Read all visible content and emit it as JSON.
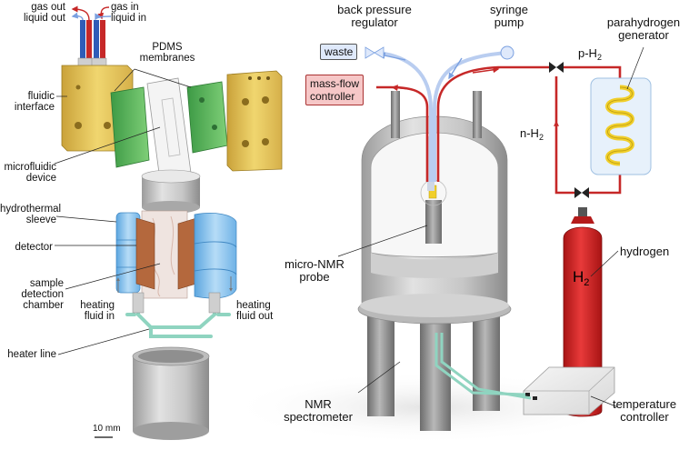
{
  "labels": {
    "gas_out": "gas out",
    "liquid_out": "liquid out",
    "gas_in": "gas in",
    "liquid_in": "liquid in",
    "pdms_1": "PDMS",
    "pdms_2": "membranes",
    "fluidic_1": "fluidic",
    "fluidic_2": "interface",
    "microfluidic_1": "microfluidic",
    "microfluidic_2": "device",
    "hydrothermal_1": "hydrothermal",
    "hydrothermal_2": "sleeve",
    "detector": "detector",
    "sample_1": "sample",
    "sample_2": "detection",
    "sample_3": "chamber",
    "heating_in_1": "heating",
    "heating_in_2": "fluid in",
    "heating_out_1": "heating",
    "heating_out_2": "fluid out",
    "heater_line": "heater line",
    "scale": "10 mm",
    "back_pressure_1": "back pressure",
    "back_pressure_2": "regulator",
    "syringe_1": "syringe",
    "syringe_2": "pump",
    "waste": "waste",
    "mfc_1": "mass-flow",
    "mfc_2": "controller",
    "p_h2": "p-H",
    "p_h2_sub": "2",
    "n_h2": "n-H",
    "n_h2_sub": "2",
    "parahydrogen_1": "parahydrogen",
    "parahydrogen_2": "generator",
    "hydrogen": "hydrogen",
    "h2": "H",
    "h2_sub": "2",
    "micro_nmr_1": "micro-NMR",
    "micro_nmr_2": "probe",
    "nmr_1": "NMR",
    "nmr_2": "spectrometer",
    "temp_1": "temperature",
    "temp_2": "controller"
  },
  "colors": {
    "gas_line": "#c62828",
    "liquid_line": "#7aa0e0",
    "heater_line": "#8fd4c0",
    "pdms_green": "#58b45a",
    "fluidic_yellow": "#e8c651",
    "sleeve_blue": "#8ec5ef",
    "detector_copper": "#b4683d",
    "cylinder_red": "#d11f1f",
    "mfc_fill": "#f6c7c7",
    "waste_fill": "#dfe9fb",
    "generator_fill": "#e7f1fb",
    "coil_yellow": "#f1cf2a"
  }
}
